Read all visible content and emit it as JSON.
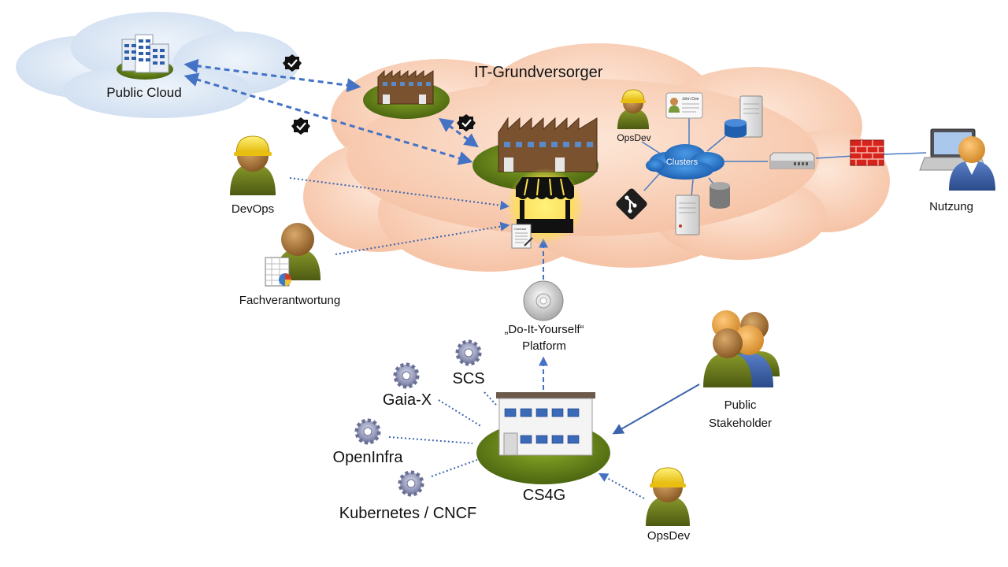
{
  "diagram": {
    "title": "IT-Grundversorger",
    "nodes": {
      "public_cloud": "Public Cloud",
      "devops": "DevOps",
      "fachverantwortung": "Fachverantwortung",
      "opsdev_top": "OpsDev",
      "clusters": "Clusters",
      "nutzung": "Nutzung",
      "diy_platform_line1": "„Do-It-Yourself“",
      "diy_platform_line2": "Platform",
      "scs": "SCS",
      "gaia_x": "Gaia-X",
      "openinfra": "OpenInfra",
      "kubernetes": "Kubernetes / CNCF",
      "cs4g": "CS4G",
      "public_stakeholder_line1": "Public",
      "public_stakeholder_line2": "Stakeholder",
      "opsdev_bottom": "OpsDev",
      "id_card_name": "John Doe",
      "contract_label": "Contract"
    },
    "colors": {
      "cloud_left": "#dbe7f5",
      "cloud_right": "#f7c9ae",
      "dashed_arrow": "#4472c4",
      "green_base": "#5c7a12",
      "factory_brown": "#7a5230",
      "firewall": "#d8231c",
      "market_glow": "#ffe24a"
    },
    "icons": [
      "server-building-icon",
      "factory-icon",
      "verified-badge-icon",
      "worker-person-icon",
      "person-icon",
      "spreadsheet-icon",
      "id-card-icon",
      "server-icon",
      "database-icon",
      "network-switch-icon",
      "firewall-icon",
      "laptop-user-icon",
      "git-icon",
      "market-stall-icon",
      "contract-icon",
      "cd-disc-icon",
      "gear-icon",
      "office-building-icon",
      "group-icon"
    ]
  }
}
